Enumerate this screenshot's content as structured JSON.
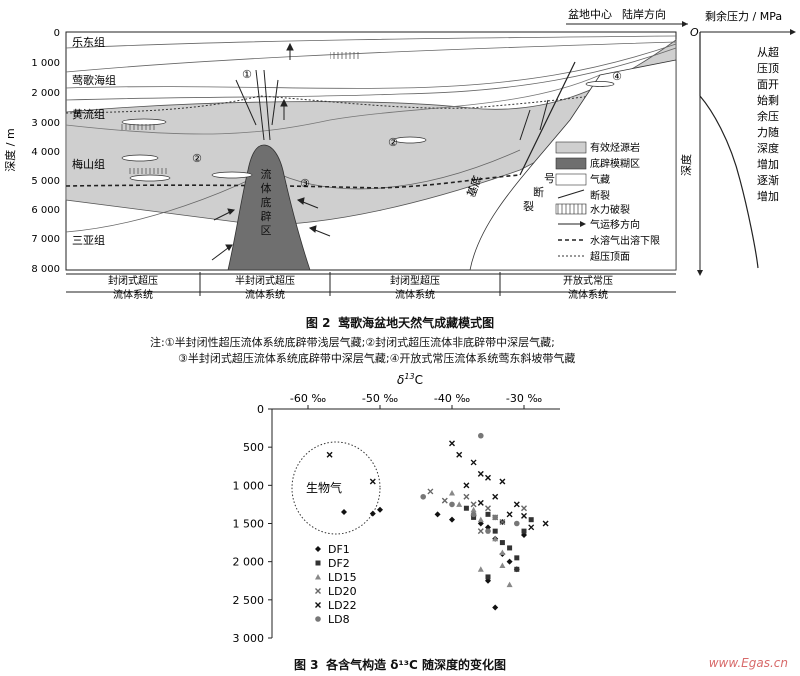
{
  "fig2": {
    "depth_label": "深度 / m",
    "depth_ticks": [
      "0",
      "1 000",
      "2 000",
      "3 000",
      "4 000",
      "5 000",
      "6 000",
      "7 000",
      "8 000"
    ],
    "formations": [
      "乐东组",
      "莺歌海组",
      "黄流组",
      "梅山组",
      "三亚组"
    ],
    "top_labels": {
      "center": "盆地中心",
      "shore": "陆岸方向"
    },
    "diapir_text": "流体底辟区",
    "fault_label": [
      "号",
      "断",
      "裂"
    ],
    "basement": "基底",
    "markers": [
      "①",
      "②",
      "②",
      "③",
      "④"
    ],
    "legend": [
      "有效烃源岩",
      "底辟模糊区",
      "气藏",
      "断裂",
      "水力破裂",
      "气运移方向",
      "水溶气出溶下限",
      "超压顶面"
    ],
    "systems": [
      "封闭式超压\n流体系统",
      "半封闭式超压\n流体系统",
      "封闭型超压\n流体系统",
      "开放式常压\n流体系统"
    ],
    "pressure_title": "剩余压力 / MPa",
    "pressure_origin": "O",
    "pressure_depth_label": "深度",
    "pressure_note": "从超压顶面开始剩余压力随深度增加逐渐增加",
    "caption_num": "图 2",
    "caption_text": "莺歌海盆地天然气成藏模式图",
    "note_line1": "注:①半封闭性超压流体系统底辟带浅层气藏;②封闭式超压流体非底辟带中深层气藏;",
    "note_line2": "③半封闭式超压流体系统底辟带中深层气藏;④开放式常压流体系统莺东斜坡带气藏"
  },
  "fig3": {
    "caption_num": "图 3",
    "caption_text": "各含气构造 δ¹³C 随深度的变化图",
    "bio_label": "生物气",
    "chart_data": {
      "type": "scatter",
      "xlabel": "δ13C",
      "xticks": [
        "-60 ‰",
        "-50 ‰",
        "-40 ‰",
        "-30 ‰"
      ],
      "xlim": [
        -65,
        -25
      ],
      "ylim": [
        0,
        3000
      ],
      "yticks": [
        "0",
        "500",
        "1 000",
        "1 500",
        "2 000",
        "2 500",
        "3 000"
      ],
      "grid": false,
      "legend_position": "left",
      "series": [
        {
          "name": "DF1",
          "marker": "diamond",
          "color": "#111111",
          "points": [
            [
              -55,
              1350
            ],
            [
              -51,
              1370
            ],
            [
              -50,
              1320
            ],
            [
              -42,
              1380
            ],
            [
              -40,
              1450
            ],
            [
              -37,
              1400
            ],
            [
              -36,
              1500
            ],
            [
              -35,
              1550
            ],
            [
              -33,
              1480
            ],
            [
              -34,
              1700
            ],
            [
              -33,
              1900
            ],
            [
              -32,
              2000
            ],
            [
              -31,
              2100
            ],
            [
              -35,
              2250
            ],
            [
              -34,
              2600
            ],
            [
              -30,
              1650
            ]
          ]
        },
        {
          "name": "DF2",
          "marker": "square",
          "color": "#333333",
          "points": [
            [
              -38,
              1300
            ],
            [
              -37,
              1420
            ],
            [
              -35,
              1380
            ],
            [
              -34,
              1600
            ],
            [
              -33,
              1750
            ],
            [
              -32,
              1820
            ],
            [
              -31,
              1950
            ],
            [
              -31,
              2100
            ],
            [
              -35,
              2200
            ],
            [
              -30,
              1600
            ],
            [
              -29,
              1450
            ]
          ]
        },
        {
          "name": "LD15",
          "marker": "triangle",
          "color": "#888888",
          "points": [
            [
              -40,
              1100
            ],
            [
              -39,
              1250
            ],
            [
              -37,
              1320
            ],
            [
              -36,
              1450
            ],
            [
              -34,
              1700
            ],
            [
              -33,
              1880
            ],
            [
              -32,
              2300
            ],
            [
              -36,
              2100
            ],
            [
              -33,
              2050
            ]
          ]
        },
        {
          "name": "LD20",
          "marker": "x",
          "color": "#666666",
          "points": [
            [
              -43,
              1080
            ],
            [
              -41,
              1200
            ],
            [
              -38,
              1150
            ],
            [
              -37,
              1250
            ],
            [
              -35,
              1300
            ],
            [
              -34,
              1420
            ],
            [
              -36,
              1600
            ],
            [
              -33,
              1480
            ],
            [
              -30,
              1300
            ]
          ]
        },
        {
          "name": "LD22",
          "marker": "x",
          "color": "#111111",
          "points": [
            [
              -40,
              450
            ],
            [
              -39,
              600
            ],
            [
              -37,
              700
            ],
            [
              -36,
              850
            ],
            [
              -38,
              1000
            ],
            [
              -35,
              900
            ],
            [
              -33,
              950
            ],
            [
              -34,
              1150
            ],
            [
              -31,
              1250
            ],
            [
              -30,
              1400
            ],
            [
              -29,
              1550
            ],
            [
              -27,
              1500
            ],
            [
              -57,
              600
            ],
            [
              -51,
              950
            ],
            [
              -36,
              1230
            ],
            [
              -32,
              1380
            ]
          ]
        },
        {
          "name": "LD8",
          "marker": "circle",
          "color": "#777777",
          "points": [
            [
              -36,
              350
            ],
            [
              -44,
              1150
            ],
            [
              -40,
              1250
            ],
            [
              -37,
              1380
            ],
            [
              -34,
              1420
            ],
            [
              -31,
              1500
            ],
            [
              -35,
              1600
            ]
          ]
        }
      ]
    }
  },
  "watermark": "www.Egas.cn"
}
